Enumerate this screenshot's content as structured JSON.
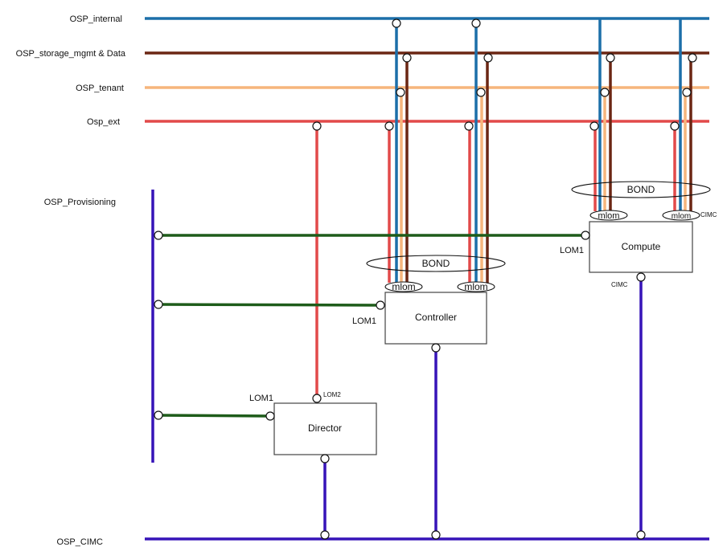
{
  "networks": {
    "internal": "OSP_internal",
    "storage": "OSP_storage_mgmt & Data",
    "tenant": "OSP_tenant",
    "ext": "Osp_ext",
    "provisioning": "OSP_Provisioning",
    "cimc": "OSP_CIMC"
  },
  "nodes": {
    "controller": "Controller",
    "compute": "Compute",
    "director": "Director"
  },
  "ports": {
    "bond": "BOND",
    "mlom": "mlom",
    "lom1": "LOM1",
    "lom2": "LOM2",
    "cimc": "CIMC"
  },
  "colors": {
    "internal": "#1c6fa9",
    "storage": "#6b2613",
    "tenant": "#f6b57c",
    "ext": "#e24a4a",
    "provisioning_link": "#1e5c1a",
    "provisioning_bus": "#3614b8"
  }
}
